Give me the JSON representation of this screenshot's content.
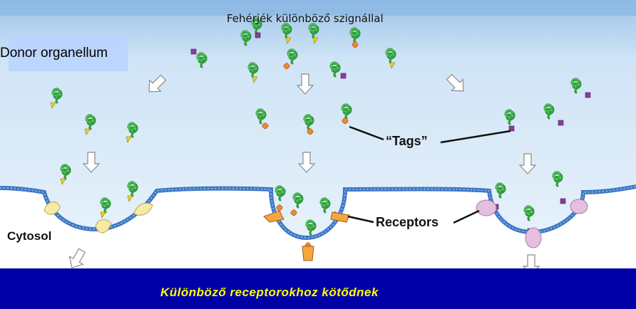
{
  "labels": {
    "top": "Fehérjék különböző szignállal",
    "donor": "Donor organellum",
    "cytosol": "Cytosol",
    "tags": "“Tags”",
    "receptors": "Receptors"
  },
  "caption": "Különböző receptorokhoz kötődnek",
  "colors": {
    "organelle_fill": "#cfe4f6",
    "membrane": "#3f78c4",
    "protein": "#2e9e3a",
    "tag_yellow": "#f2d31c",
    "tag_orange": "#f0882a",
    "tag_purple": "#8b3d9a",
    "receptor_yellow": "#f7eaa5",
    "receptor_orange": "#f4a640",
    "receptor_pink": "#e6bfe0",
    "caption_band": "#0000a6",
    "caption_text": "#ffff00"
  },
  "icons": [
    "protein-coil-icon",
    "signal-tag-icon",
    "receptor-icon",
    "arrow-icon"
  ]
}
